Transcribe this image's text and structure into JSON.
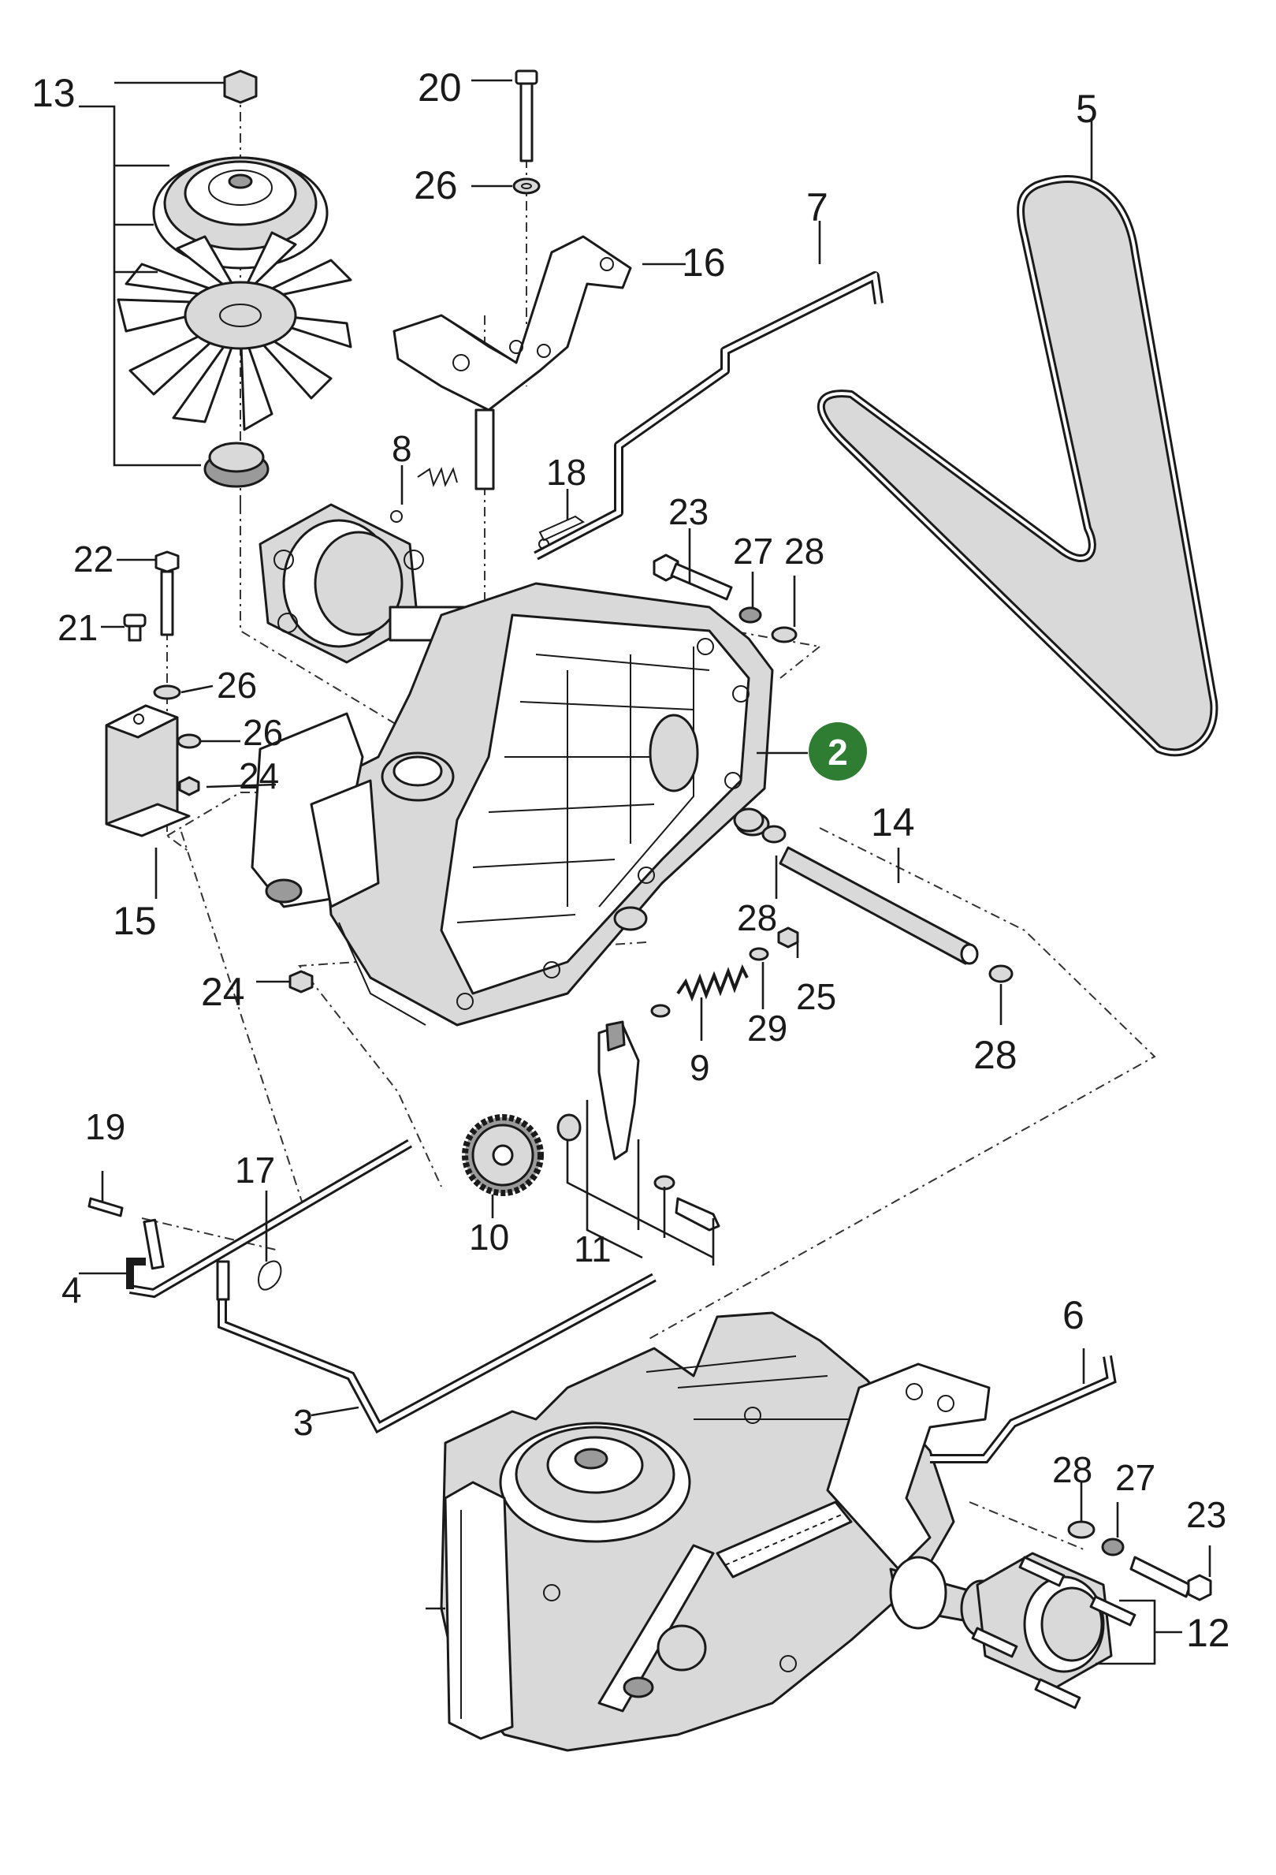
{
  "callouts": {
    "c1": "2",
    "c2": "3",
    "c3": "4",
    "c4": "5",
    "c5": "6",
    "c6": "7",
    "c7": "8",
    "c8": "9",
    "c9": "10",
    "c10": "11",
    "c11": "12",
    "c12": "13",
    "c13": "14",
    "c14": "15",
    "c15": "16",
    "c16": "17",
    "c17": "18",
    "c18": "19",
    "c19": "20",
    "c20": "21",
    "c21": "22",
    "c22": "23",
    "c23": "23",
    "c24": "24",
    "c25": "24",
    "c26": "25",
    "c27": "26",
    "c28": "26",
    "c29": "26",
    "c30": "27",
    "c31": "27",
    "c32": "28",
    "c33": "28",
    "c34": "28",
    "c35": "28",
    "c36": "29"
  },
  "colors": {
    "badge": "#2e7d32",
    "ink": "#1a1a1a",
    "shade": "#d9d9d9"
  }
}
